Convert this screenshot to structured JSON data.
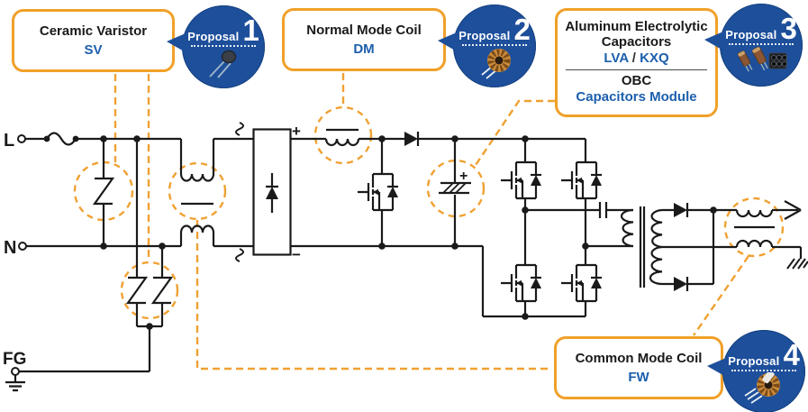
{
  "colors": {
    "accent_orange": "#F0A132",
    "badge_blue": "#1D4F9B",
    "series_blue": "#1C5FAD",
    "ink": "#1A1A1A"
  },
  "callouts": {
    "proposal1": {
      "proposal_label": "Proposal",
      "number": "1",
      "title": "Ceramic Varistor",
      "series": "SV"
    },
    "proposal2": {
      "proposal_label": "Proposal",
      "number": "2",
      "title": "Normal Mode Coil",
      "series": "DM"
    },
    "proposal3": {
      "proposal_label": "Proposal",
      "number": "3",
      "title_line1": "Aluminum Electrolytic",
      "title_line2": "Capacitors",
      "series_a": "LVA",
      "series_separator": "/",
      "series_b": "KXQ",
      "module_title": "OBC",
      "module_series": "Capacitors Module"
    },
    "proposal4": {
      "proposal_label": "Proposal",
      "number": "4",
      "title": "Common Mode Coil",
      "series": "FW"
    }
  },
  "schematic": {
    "labels": {
      "line_input": "L",
      "neutral_input": "N",
      "frame_ground": "FG",
      "rectifier_positive": "+",
      "rectifier_negative": "−",
      "capacitor_positive": "+"
    }
  }
}
